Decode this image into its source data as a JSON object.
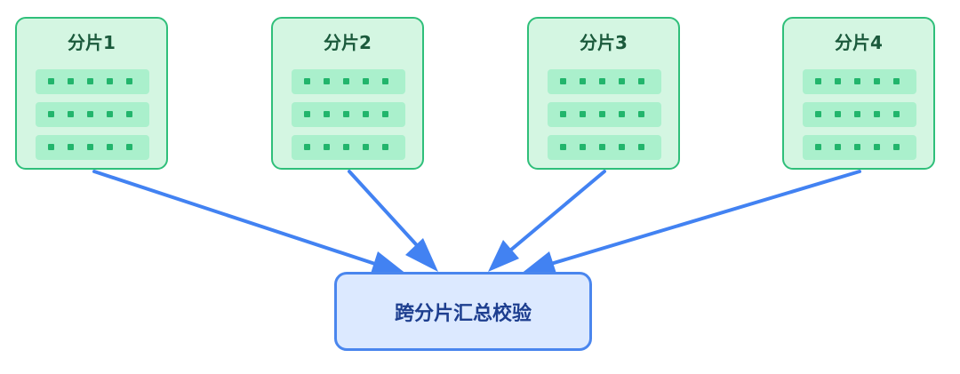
{
  "shards": [
    {
      "label": "分片1"
    },
    {
      "label": "分片2"
    },
    {
      "label": "分片3"
    },
    {
      "label": "分片4"
    }
  ],
  "summary": {
    "label": "跨分片汇总校验"
  },
  "colors": {
    "shard_fill": "#d4f6e2",
    "shard_border": "#2fbf7a",
    "shard_row": "#aaf0cc",
    "shard_dot": "#22b56c",
    "summary_fill": "#dce9ff",
    "summary_border": "#4a86ee",
    "arrow": "#4282f2"
  }
}
